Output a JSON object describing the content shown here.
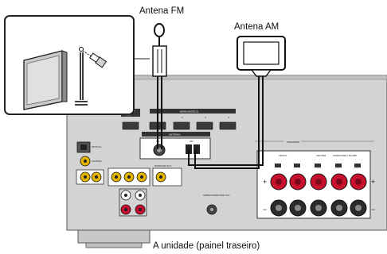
{
  "labels": {
    "fm_antenna": "Antena FM",
    "am_antenna": "Antena AM",
    "unit_caption": "A unidade (painel traseiro)"
  },
  "panel_text": {
    "hdmi_out": "HDMI OUT",
    "hdmi_out_sub": "ARC",
    "hdmi_in": "HDMI (HDCP2.2)",
    "hdmi_1": "1",
    "hdmi_2": "2",
    "hdmi_3": "3",
    "hdmi_4": "4",
    "antenna": "ANTENNA",
    "fm": "FM",
    "am": "AM",
    "optical": "OPTICAL",
    "coaxial": "COAXIAL",
    "monitor_out": "MONITOR OUT",
    "subwoofer_pre_out": "SUBWOOFER PRE OUT",
    "speakers": "SPEAKERS",
    "front": "FRONT",
    "center": "CENTER",
    "surround": "SURROUND / BI-AMP",
    "plus": "+",
    "minus": "−"
  },
  "colors": {
    "panel": "#d3d3d3",
    "panel_dark": "#9a9a9a",
    "terminal_red": "#c8102e",
    "cable": "#111111",
    "wall_inset_bg": "#e6e6e6"
  }
}
